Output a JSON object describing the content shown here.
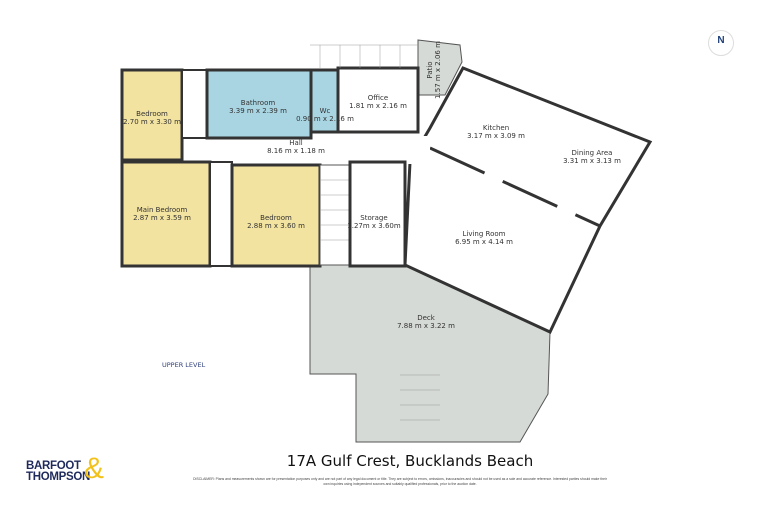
{
  "title": "17A Gulf Crest, Bucklands Beach",
  "level_label": "UPPER LEVEL",
  "disclaimer": "DISCLAIMER: Plans and measurements shown are for presentation purposes only and are not part of any legal document or title. They are subject to errors, omissions, inaccuracies and should not be used as a sole and accurate reference. Interested parties should make their own inquiries using independent sources and suitably qualified professionals, prior to the auction date.",
  "logo": {
    "line1": "BARFOOT",
    "line2": "THOMPSON",
    "ampersand": "&"
  },
  "compass": {
    "label": "N",
    "icon": "north-arrow-icon"
  },
  "colors": {
    "bedroom": "#f3e3a0",
    "wet_area": "#a9d5e3",
    "outdoor": "#d6dad6",
    "wall": "#333333",
    "brand_navy": "#1f2a5c",
    "brand_yellow": "#f2c21b"
  },
  "rooms": [
    {
      "name": "Bedroom",
      "size": "2.70 m x 3.30 m"
    },
    {
      "name": "Bathroom",
      "size": "3.39 m x 2.39 m"
    },
    {
      "name": "Wc",
      "size": "0.90 m x 2.16 m"
    },
    {
      "name": "Office",
      "size": "1.81 m x 2.16 m"
    },
    {
      "name": "Patio",
      "size": "1.57 m x 2.06 m"
    },
    {
      "name": "Kitchen",
      "size": "3.17 m x 3.09 m"
    },
    {
      "name": "Dining Area",
      "size": "3.31 m x 3.13 m"
    },
    {
      "name": "Hall",
      "size": "8.16 m x 1.18 m"
    },
    {
      "name": "Main Bedroom",
      "size": "2.87 m x 3.59 m"
    },
    {
      "name": "Bedroom",
      "size": "2.88 m x 3.60 m"
    },
    {
      "name": "Storage",
      "size": "1.27m x 3.60m"
    },
    {
      "name": "Living Room",
      "size": "6.95 m x 4.14 m"
    },
    {
      "name": "Deck",
      "size": "7.88 m x 3.22 m"
    }
  ]
}
